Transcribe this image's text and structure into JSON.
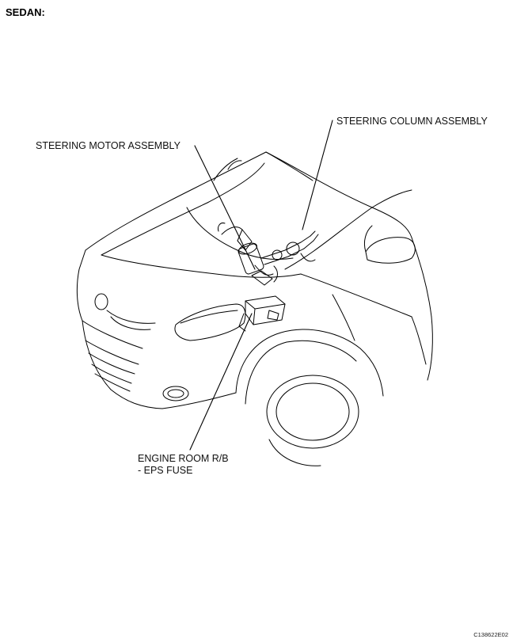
{
  "title": "SEDAN:",
  "labels": {
    "steering_column_assembly": "STEERING COLUMN ASSEMBLY",
    "steering_motor_assembly": "STEERING MOTOR ASSEMBLY",
    "engine_room_rb_line1": "ENGINE ROOM R/B",
    "engine_room_rb_line2": "- EPS FUSE"
  },
  "figure_code": "C138622E02"
}
